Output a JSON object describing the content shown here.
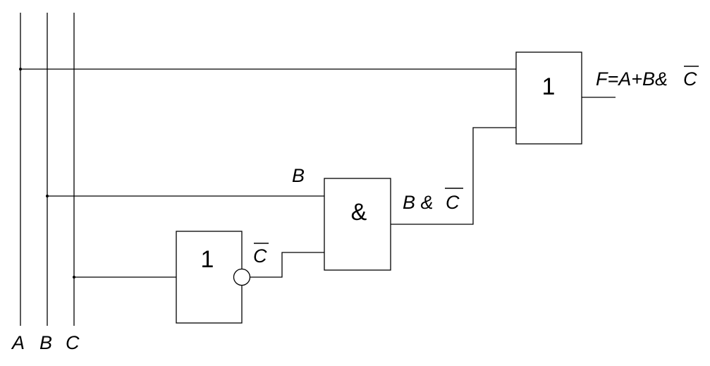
{
  "inputs": [
    "A",
    "B",
    "C"
  ],
  "gates": {
    "not_gate": {
      "symbol": "1"
    },
    "and_gate": {
      "symbol": "&"
    },
    "or_gate": {
      "symbol": "1"
    }
  },
  "labels": {
    "b_into_and": "B",
    "c_bar": "C",
    "and_output_prefix": "B & ",
    "and_output_bar": "C",
    "output_prefix": "F=A+B&",
    "output_bar": "C"
  },
  "colors": {
    "line": "#000000",
    "background": "#ffffff"
  }
}
